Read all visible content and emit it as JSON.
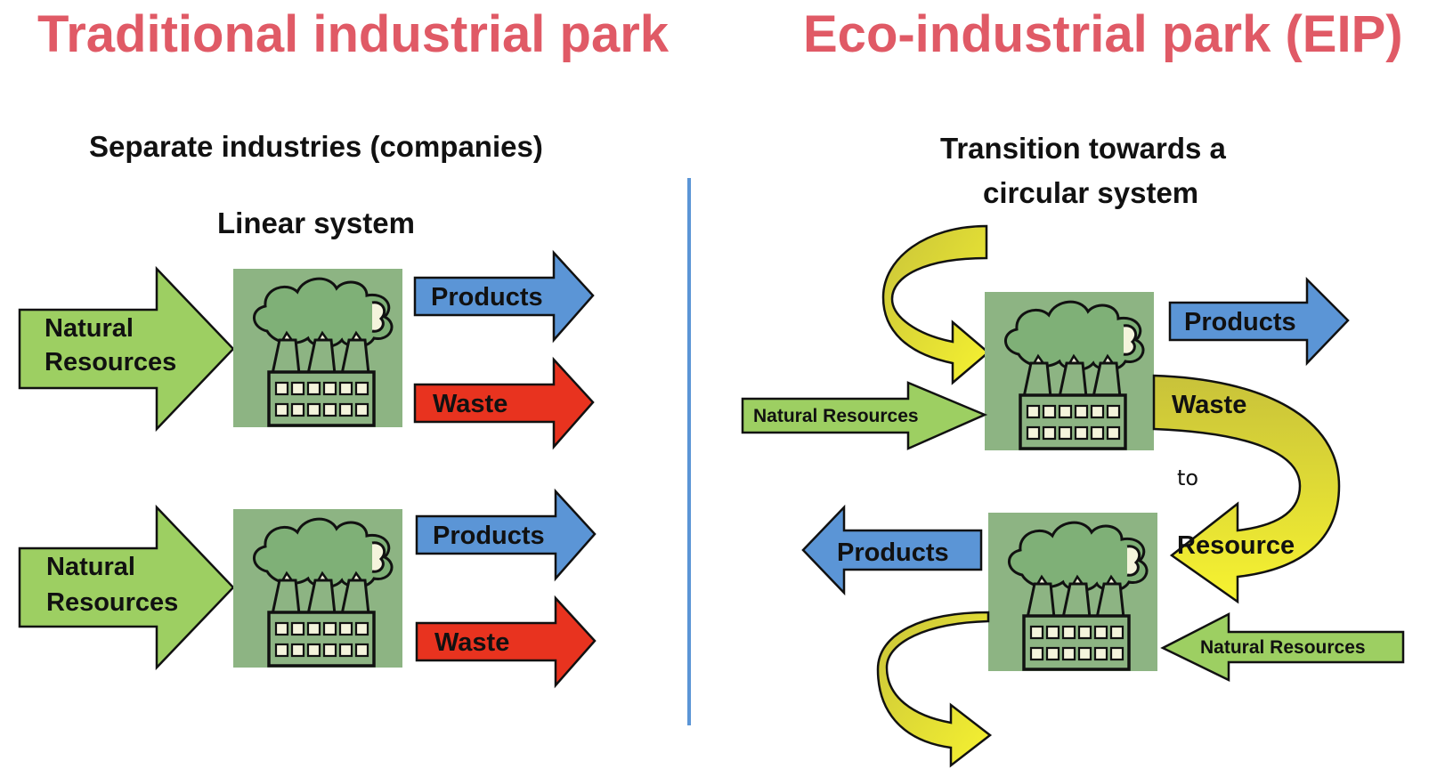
{
  "titles": {
    "left": "Traditional industrial park",
    "right": "Eco-industrial park (EIP)"
  },
  "left_panel": {
    "heading": "Separate industries (companies)",
    "system_label": "Linear system",
    "rows": [
      {
        "input_line1": "Natural",
        "input_line2": "Resources",
        "output_top": "Products",
        "output_bottom": "Waste"
      },
      {
        "input_line1": "Natural",
        "input_line2": "Resources",
        "output_top": "Products",
        "output_bottom": "Waste"
      }
    ]
  },
  "right_panel": {
    "heading_line1": "Transition towards a",
    "heading_line2": "circular system",
    "top_factory": {
      "input": "Natural Resources",
      "output": "Products"
    },
    "loop": {
      "from": "Waste",
      "connector": "to",
      "to": "Resource"
    },
    "bottom_factory": {
      "input": "Natural Resources",
      "output": "Products"
    }
  },
  "colors": {
    "title": "#e05a66",
    "natural_resources_arrow": "#9dcf62",
    "products_arrow": "#5b95d6",
    "waste_arrow": "#e8331f",
    "loop_arrow": "#f2ec2e",
    "factory_bg": "#8db483",
    "divider": "#5b95d6"
  }
}
